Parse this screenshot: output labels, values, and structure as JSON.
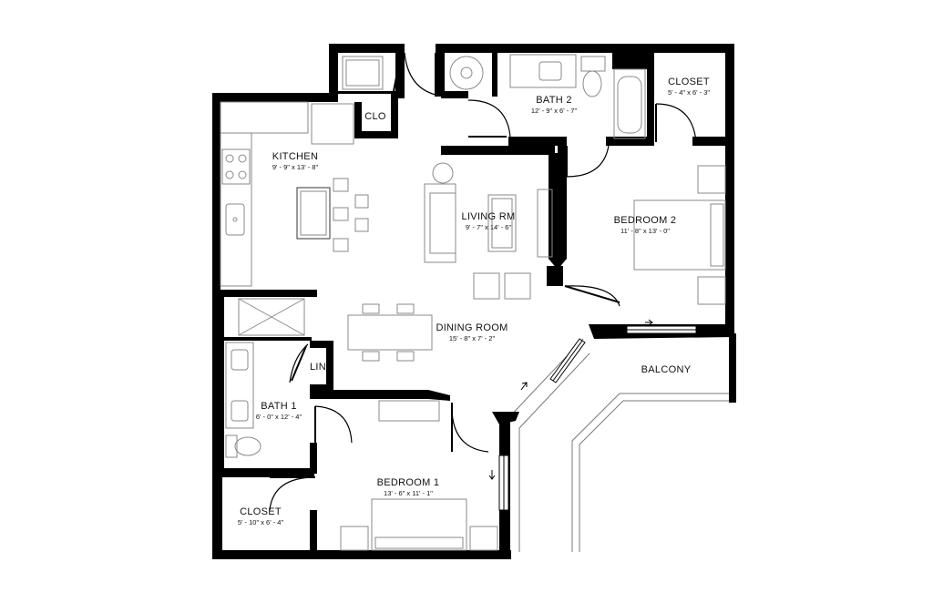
{
  "rooms": {
    "kitchen": {
      "name": "KITCHEN",
      "dims": "9' - 9\" x 13' - 8\""
    },
    "bath2": {
      "name": "BATH 2",
      "dims": "12' - 9\" x 6' - 7\""
    },
    "closet2": {
      "name": "CLOSET",
      "dims": "5' - 4\" x 6' - 3\""
    },
    "living": {
      "name": "LIVING RM",
      "dims": "9' - 7\" x 14' - 6\""
    },
    "bedroom2": {
      "name": "BEDROOM 2",
      "dims": "11' - 8\" x 13' - 0\""
    },
    "dining": {
      "name": "DINING ROOM",
      "dims": "15' - 8\" x 7' - 2\""
    },
    "bath1": {
      "name": "BATH 1",
      "dims": "6' - 0\" x 12' - 4\""
    },
    "closet1": {
      "name": "CLOSET",
      "dims": "5' - 10\" x 6' - 4\""
    },
    "bedroom1": {
      "name": "BEDROOM 1",
      "dims": "13' - 6\" x 11' - 1\""
    },
    "balcony": {
      "name": "BALCONY"
    },
    "clo": {
      "name": "CLO"
    },
    "lin": {
      "name": "LIN"
    }
  },
  "colors": {
    "wall": "#000000",
    "fixture": "#8a8a8a",
    "background": "#ffffff"
  }
}
